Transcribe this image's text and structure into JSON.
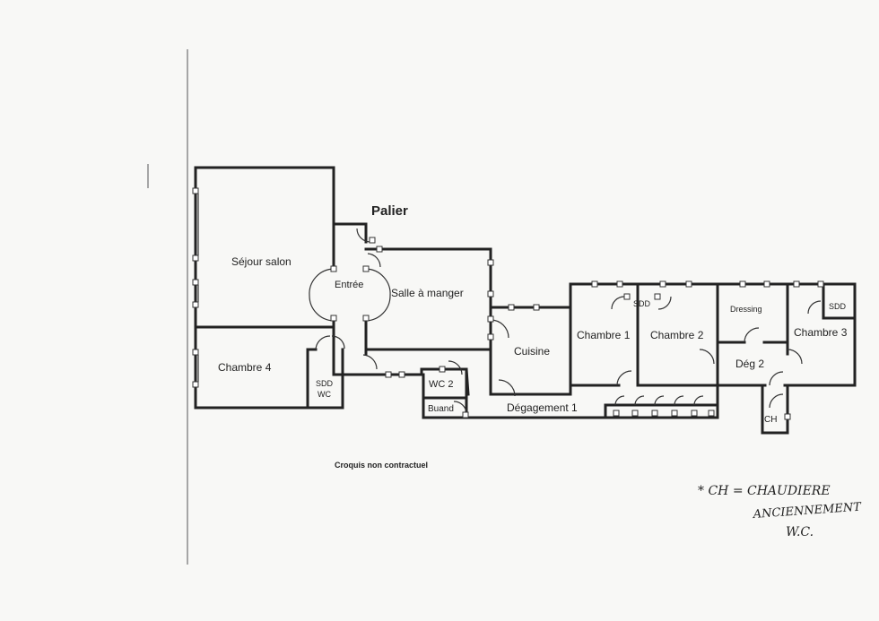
{
  "plan": {
    "title": "Palier",
    "rooms": {
      "sejour": "Séjour salon",
      "entree": "Entrée",
      "salle_manger": "Salle à manger",
      "chambre4": "Chambre 4",
      "sdd_wc_1": "SDD",
      "sdd_wc_2": "WC",
      "wc2": "WC 2",
      "buand": "Buand",
      "cuisine": "Cuisine",
      "degagement1": "Dégagement 1",
      "chambre1": "Chambre 1",
      "sdd_mid": "SDD",
      "chambre2": "Chambre 2",
      "dressing": "Dressing",
      "deg2": "Dég 2",
      "sdd_right": "SDD",
      "chambre3": "Chambre 3",
      "ch": "CH"
    },
    "disclaimer": "Croquis non contractuel"
  },
  "handwritten": {
    "line1": "* CH = CHAUDIERE",
    "line2": "ANCIENNEMENT",
    "line3": "W.C."
  }
}
